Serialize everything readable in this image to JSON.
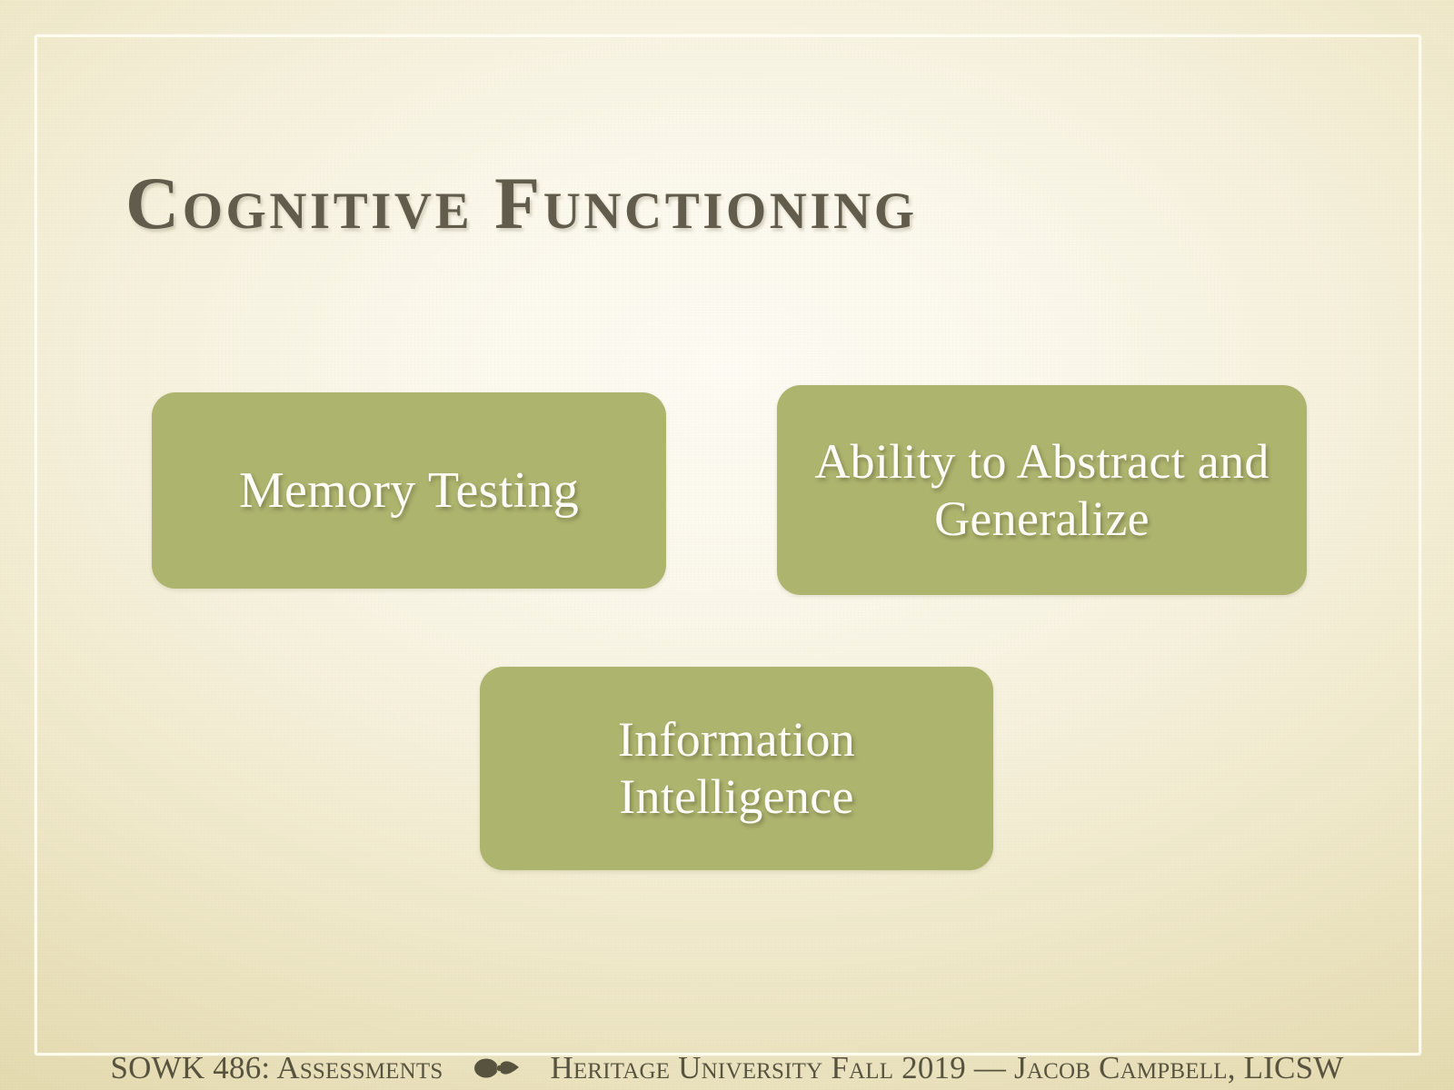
{
  "slide": {
    "title": "Cognitive Functioning",
    "colors": {
      "background_center": "#fbf8ec",
      "background_edge": "#ded7a6",
      "frame_line": "#fffdf3",
      "card_fill": "#adb46e",
      "card_text": "#fdfcf7",
      "title_text": "#615c4c",
      "footer_text": "#57533f"
    }
  },
  "cards": [
    {
      "id": "memory-testing",
      "label": "Memory Testing"
    },
    {
      "id": "ability-to-abstract-and-generalize",
      "label": "Ability to Abstract and Generalize"
    },
    {
      "id": "information-intelligence",
      "label": "Information Intelligence"
    }
  ],
  "footer": {
    "course": "SOWK 486: Assessments",
    "ornament": "leaf-fleuron-ornament",
    "credit": "Heritage University Fall 2019 — Jacob Campbell, LICSW"
  }
}
